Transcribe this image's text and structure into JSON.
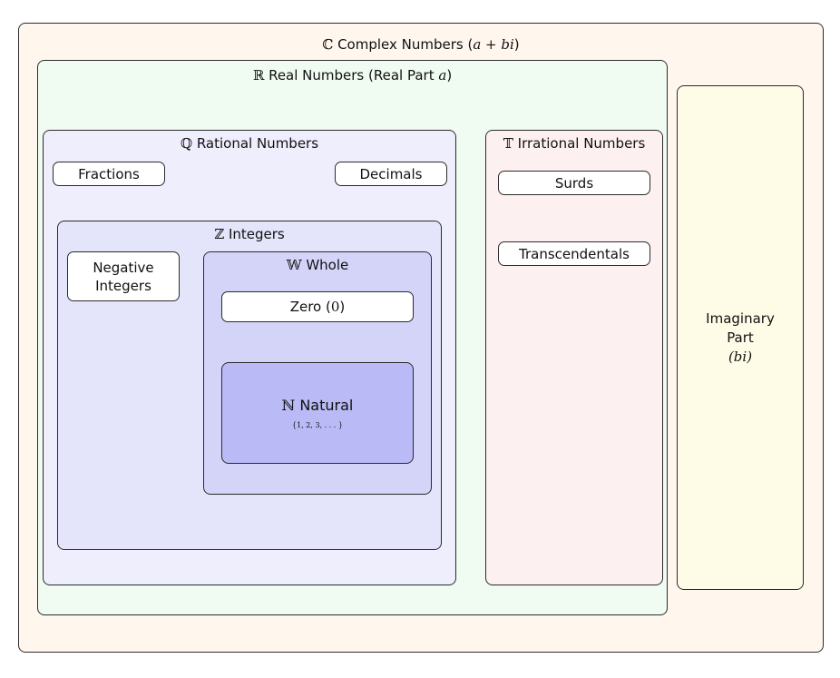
{
  "complex": {
    "symbol": "ℂ",
    "label": " Complex Numbers (",
    "expr": "a + bi",
    "close": ")"
  },
  "real": {
    "symbol": "ℝ",
    "label": " Real Numbers (Real Part ",
    "expr": "a",
    "close": ")"
  },
  "rational": {
    "symbol": "ℚ",
    "label": " Rational Numbers",
    "fractions": "Fractions",
    "decimals": "Decimals"
  },
  "integers": {
    "symbol": "ℤ",
    "label": " Integers",
    "negative_line1": "Negative",
    "negative_line2": "Integers"
  },
  "whole": {
    "symbol": "𝕎",
    "label": " Whole",
    "zero_label": "Zero (",
    "zero_value": "0",
    "zero_close": ")"
  },
  "natural": {
    "symbol": "ℕ",
    "label": " Natural",
    "set": "{1, 2, 3, . . . }"
  },
  "irrational": {
    "symbol": "𝕋",
    "label": " Irrational Numbers",
    "surds": "Surds",
    "transcendentals": "Transcendentals"
  },
  "imaginary": {
    "line1": "Imaginary",
    "line2": "Part",
    "line3": "(bi)"
  },
  "colors": {
    "complex_fill": "#fff6ee",
    "real_fill": "#f0fcf1",
    "rational_fill": "#eeeefd",
    "integers_fill": "#e4e4fb",
    "whole_fill": "#d4d4f8",
    "natural_fill": "#babaf6",
    "irrational_fill": "#fdf0f1",
    "imaginary_fill": "#fefbe6"
  }
}
